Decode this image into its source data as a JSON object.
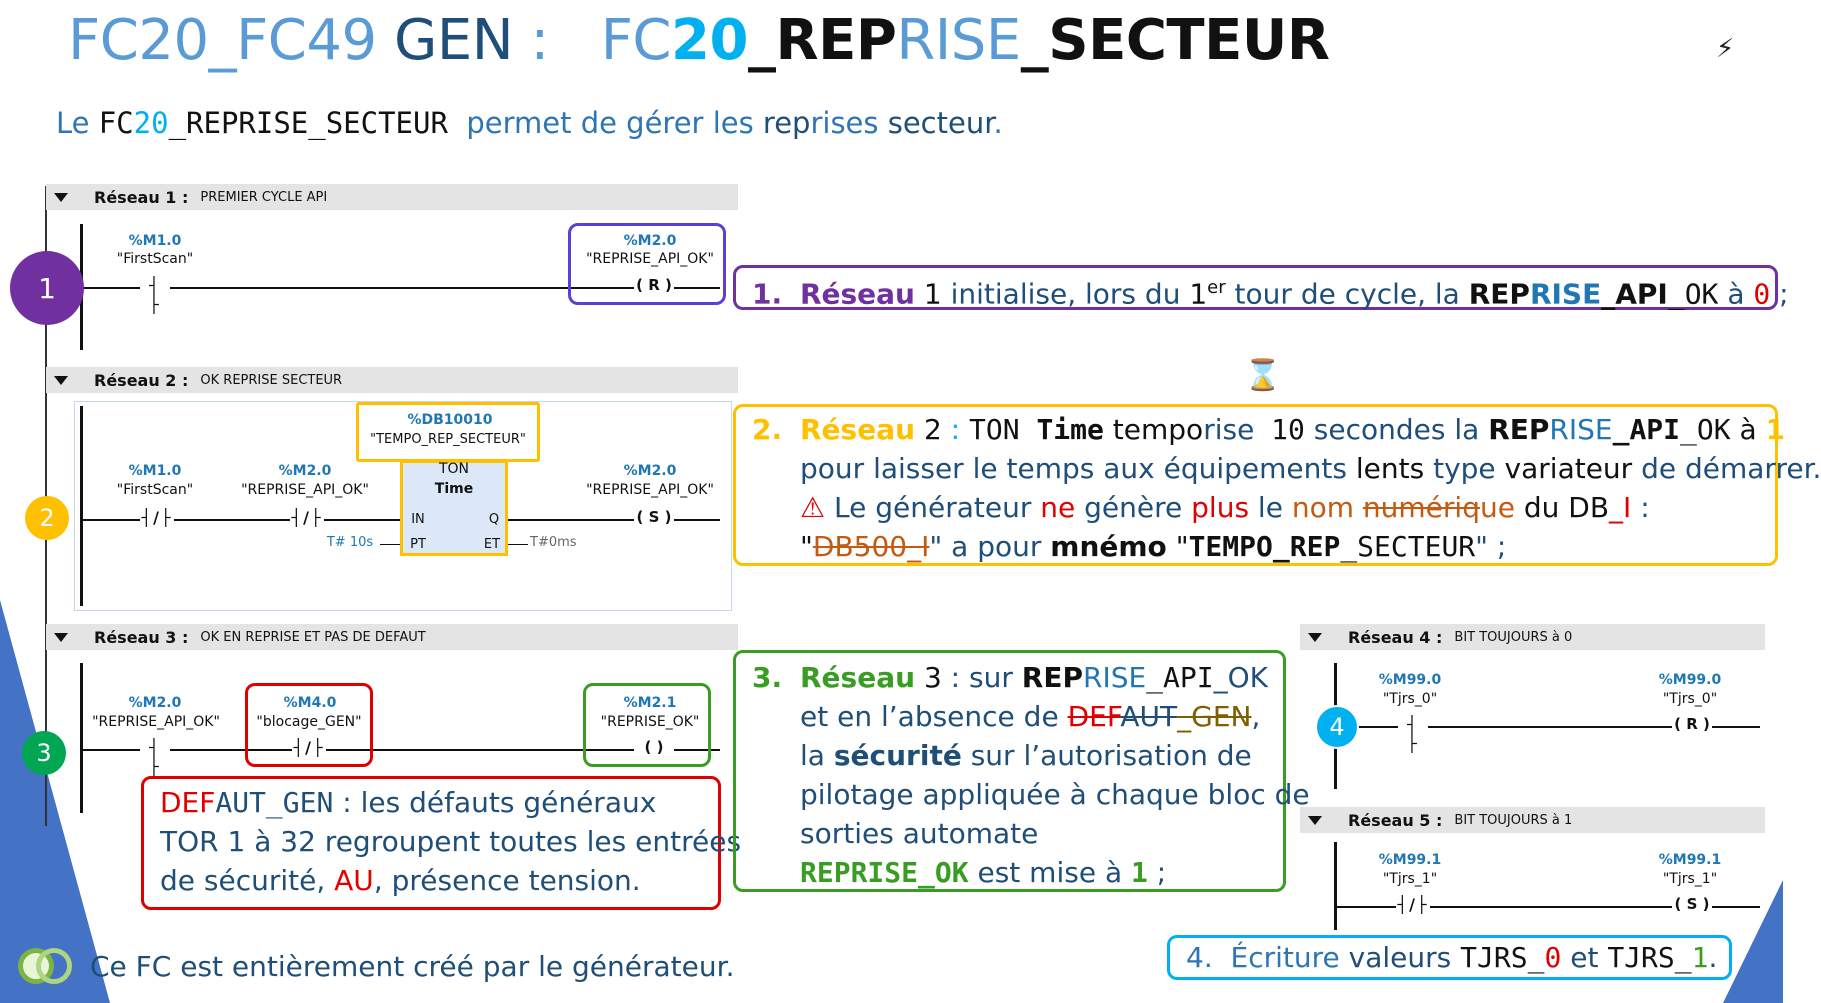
{
  "title": {
    "part1": "FC20_FC49",
    "part2": "GEN",
    "part3": " : ",
    "part4a": "FC",
    "part4b": "20",
    "part4c": "_REP",
    "part4d": "RISE",
    "part4e": "_SECTEUR"
  },
  "intro": {
    "le": "Le ",
    "fc": "FC",
    "fc_num": "20",
    "fc_rest": "_REPRISE_SECTEUR",
    "text1": "permet de gérer les ",
    "text2": "rep",
    "text3": "rises",
    "text4": " secteur",
    "text5": "."
  },
  "networks": [
    {
      "num": "Réseau 1 :",
      "comment": "PREMIER CYCLE API"
    },
    {
      "num": "Réseau 2 :",
      "comment": "OK REPRISE SECTEUR"
    },
    {
      "num": "Réseau 3 :",
      "comment": "OK EN REPRISE ET PAS DE DEFAUT"
    },
    {
      "num": "Réseau 4 :",
      "comment": "BIT TOUJOURS à 0"
    },
    {
      "num": "Réseau 5 :",
      "comment": "BIT TOUJOURS à 1"
    }
  ],
  "ladder": {
    "m10_addr": "%M1.0",
    "m10_sym": "\"FirstScan\"",
    "m20_addr": "%M2.0",
    "m20_sym": "\"REPRISE_API_OK\"",
    "coil_r": "( R )",
    "coil_s": "( S )",
    "coil_plain": "(  )",
    "db_addr": "%DB10010",
    "db_sym": "\"TEMPO_REP_SECTEUR\"",
    "ton_type": "TON",
    "ton_time": "Time",
    "ton_in": "IN",
    "ton_pt": "PT",
    "ton_q": "Q",
    "ton_et": "ET",
    "pt_val": "T# 10s",
    "et_val": "T#0ms",
    "m40_addr": "%M4.0",
    "m40_sym": "\"blocage_GEN\"",
    "m21_addr": "%M2.1",
    "m21_sym": "\"REPRISE_OK\"",
    "m990_addr": "%M99.0",
    "m990_sym": "\"Tjrs_0\"",
    "m991_addr": "%M99.1",
    "m991_sym": "\"Tjrs_1\""
  },
  "badges": [
    "1",
    "2",
    "3",
    "4"
  ],
  "ann1": {
    "n": "1.",
    "a": "Réseau",
    "b": " 1 ",
    "c": "initialise, lors du ",
    "d": "1",
    "sup": "er",
    "e": " tour de cycle, la ",
    "f": "REP",
    "g": "RISE",
    "h": "_API",
    "i": "_OK",
    "j": " à ",
    "k": "0",
    "l": " ;"
  },
  "ann2": {
    "n": "2.",
    "l1a": "Réseau",
    "l1b": " 2 ",
    "l1c": ": ",
    "l1d": "TON ",
    "l1e": "Time",
    "l1f": " tempo",
    "l1g": "rise",
    "l1h": " 10",
    "l1i": " secondes la ",
    "l1j": "REP",
    "l1k": "RISE",
    "l1l": "_API",
    "l1m": "_OK",
    "l1n": " à ",
    "l1o": "1",
    "l2a": "pour laisser le temps aux équipements ",
    "l2b": "lents",
    "l2c": " type ",
    "l2d": "variateur",
    "l2e": " de démarrer.",
    "l3warn": "⚠",
    "l3a": " Le générateur ",
    "l3b": "ne",
    "l3c": " génère ",
    "l3d": "plus",
    "l3e": " le ",
    "l3f": "nom ",
    "l3g": "numériq",
    "l3h": "ue",
    "l3i": " du DB",
    "l3j": "_I",
    "l3k": " :",
    "l4a": "\"",
    "l4b": "DB500_I",
    "l4c": "\" a pour ",
    "l4d": "mnémo",
    "l4e": " \"",
    "l4f": "TEMPO_REP",
    "l4g": "_SECTEUR",
    "l4h": "\" ;"
  },
  "ann3": {
    "n": "3.",
    "l1a": "Réseau",
    "l1b": " 3 ",
    "l1c": ": sur ",
    "l1d": "REP",
    "l1e": "RISE",
    "l1f": "_API",
    "l1g": "_OK",
    "l2a": "et en l’absence de ",
    "l2b": "DEF",
    "l2c": "AUT",
    "l2d": "_GEN",
    "l2e": ",",
    "l3a": "la ",
    "l3b": "sécurité",
    "l3c": " sur l’autorisation de",
    "l4": "pilotage appliquée à chaque bloc de",
    "l5": "sorties automate",
    "l6a": "REPRISE_OK",
    "l6b": " est mise à ",
    "l6c": "1",
    "l6d": " ;"
  },
  "defaut": {
    "l1a": "DEF",
    "l1b": "AUT_GEN",
    "l1c": "  : les défauts généraux",
    "l2": "TOR 1 à 32 regroupent toutes les entrées",
    "l3a": "de sécurité, ",
    "l3b": "AU",
    "l3c": ", présence tension."
  },
  "ann4": {
    "n": "4.",
    "a": "Écriture",
    "b": " valeurs ",
    "c": "TJRS_",
    "d": "0",
    "e": " et ",
    "f": "TJRS_",
    "g": "1",
    "h": "."
  },
  "footer": "Ce FC est entièrement créé par le générateur.",
  "colors": {
    "purple": "#7030a0",
    "yellow": "#ffc000",
    "green": "#2e8b30",
    "red": "#e00000",
    "blue": "#00b0f0",
    "navy": "#1f4e79"
  }
}
